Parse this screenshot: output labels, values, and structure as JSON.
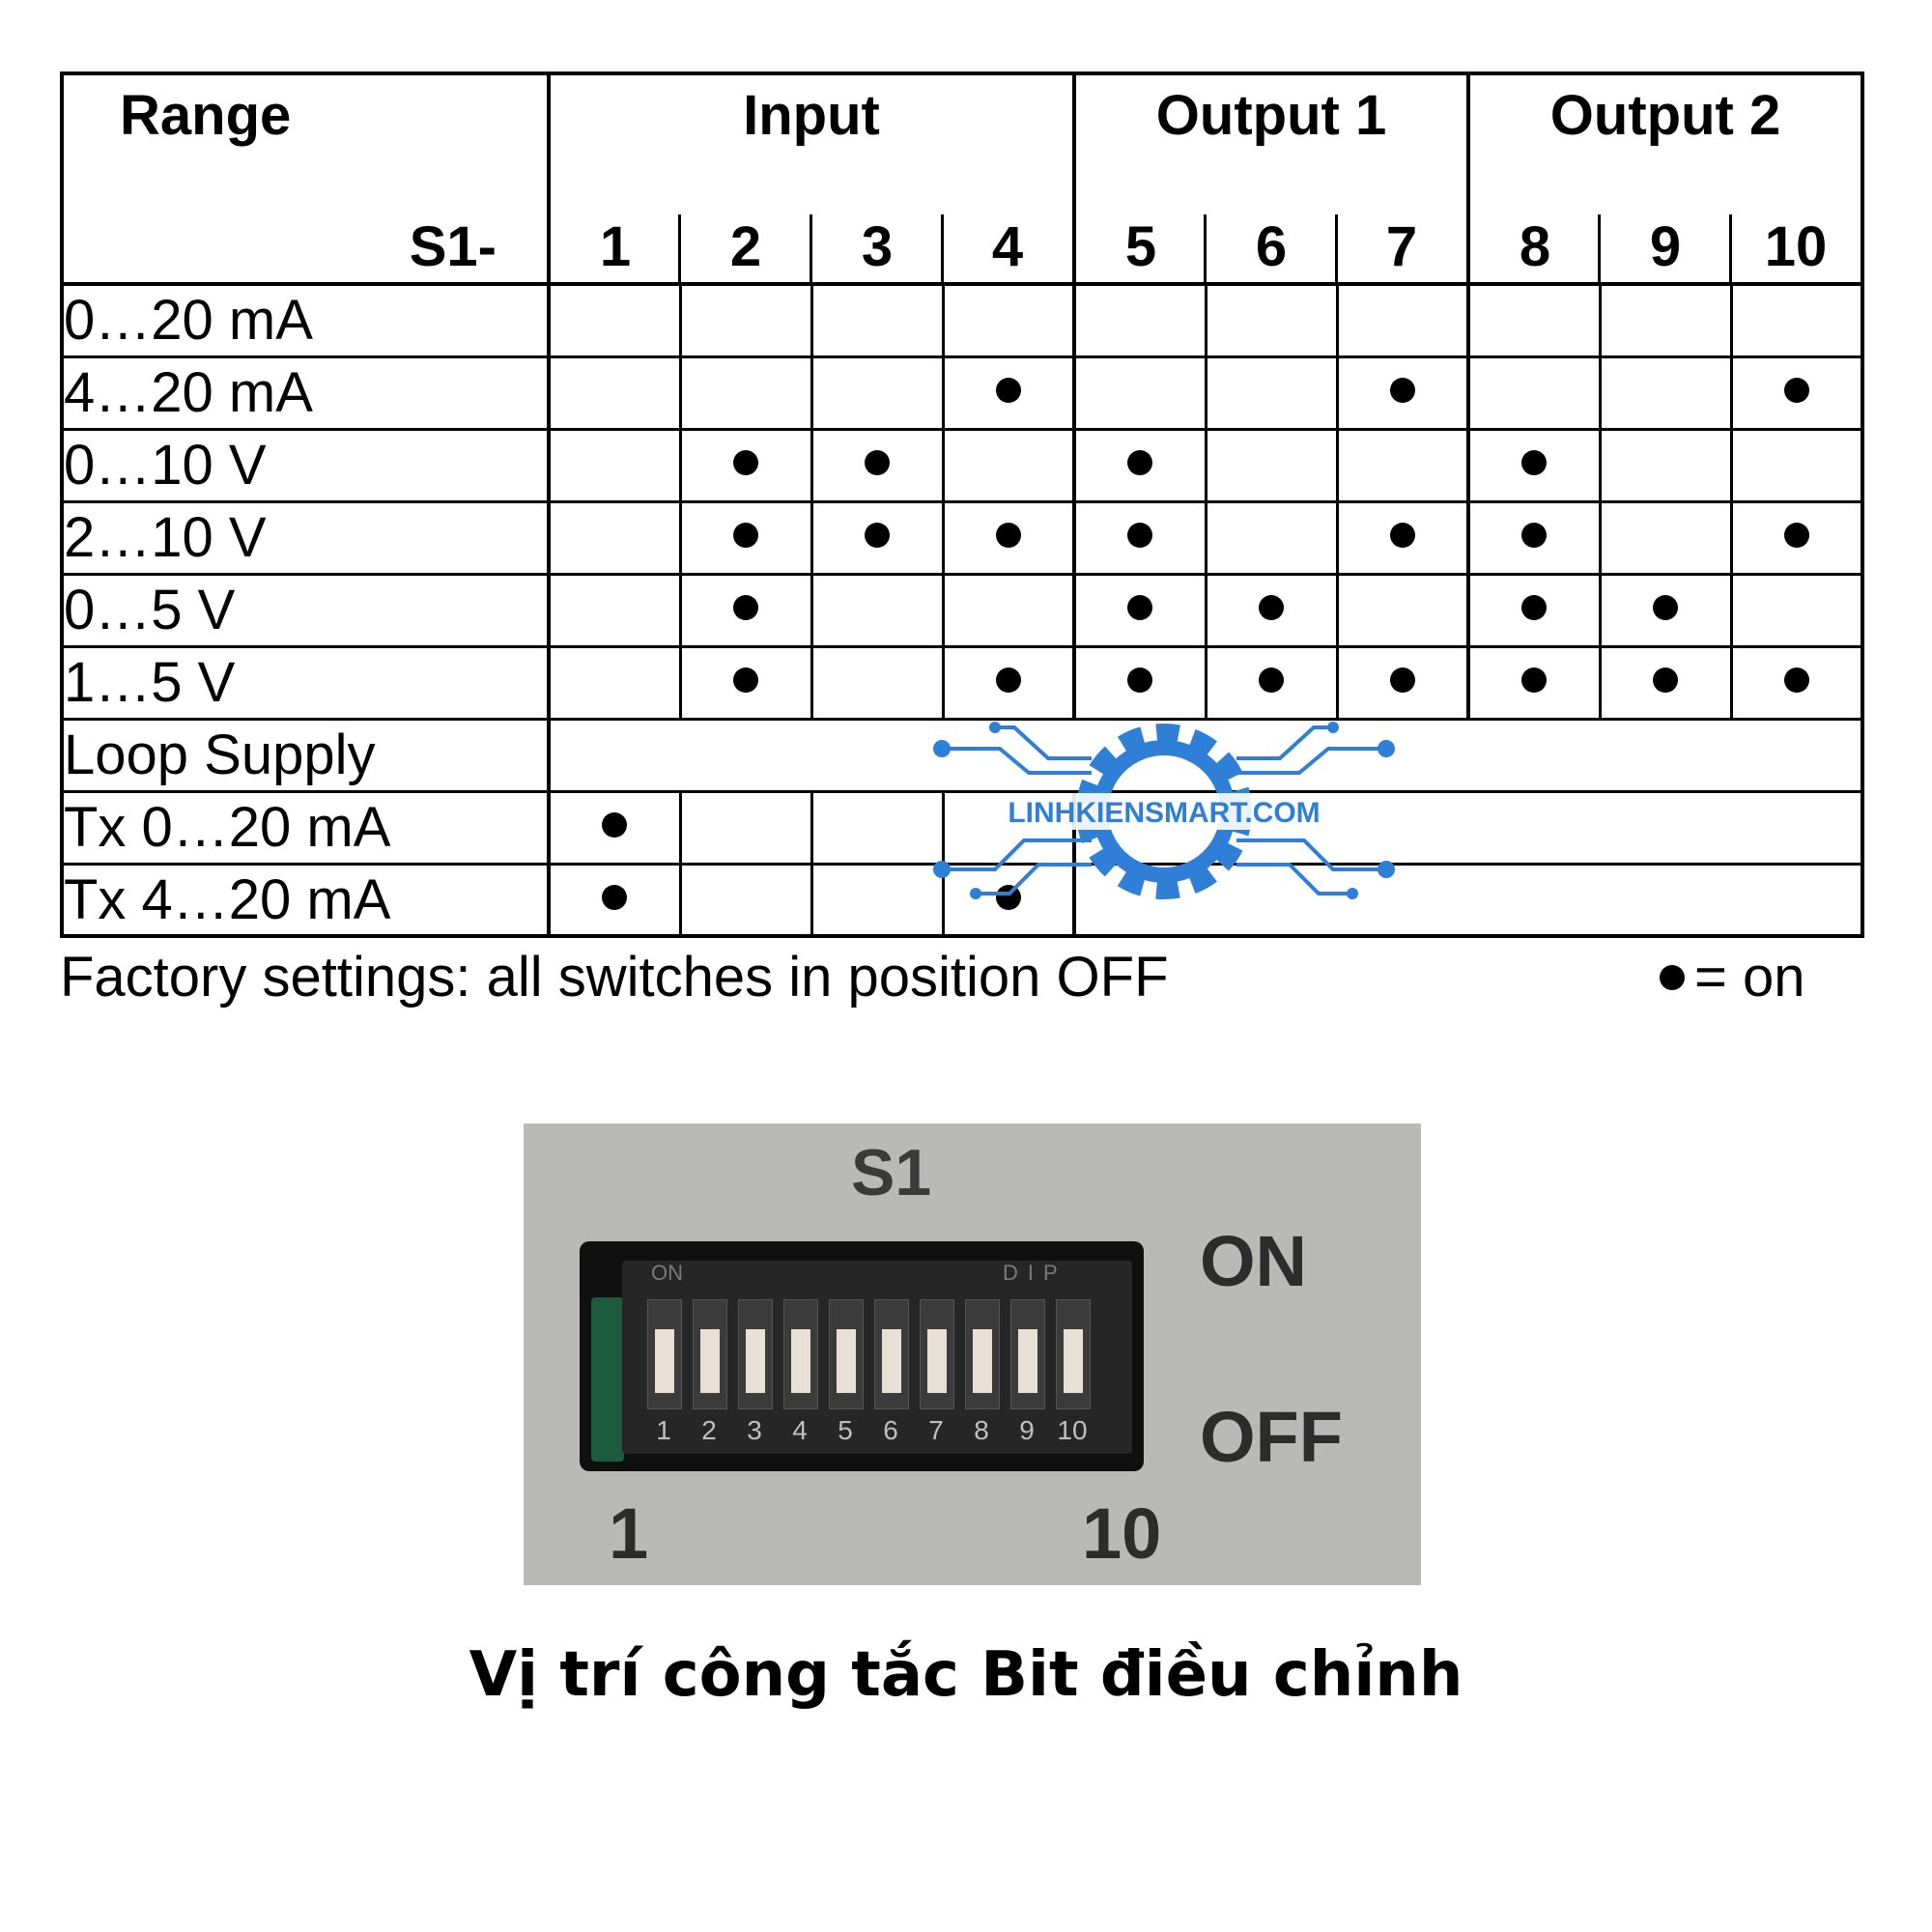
{
  "table": {
    "range_header": "Range",
    "s1_label": "S1-",
    "groups": [
      {
        "name": "Input",
        "switches": [
          "1",
          "2",
          "3",
          "4"
        ]
      },
      {
        "name": "Output 1",
        "switches": [
          "5",
          "6",
          "7"
        ]
      },
      {
        "name": "Output 2",
        "switches": [
          "8",
          "9",
          "10"
        ]
      }
    ],
    "rows": [
      {
        "label": "0…20 mA",
        "on": []
      },
      {
        "label": "4…20 mA",
        "on": [
          4,
          7,
          10
        ]
      },
      {
        "label": "0…10 V",
        "on": [
          2,
          3,
          5,
          8
        ]
      },
      {
        "label": "2…10 V",
        "on": [
          2,
          3,
          4,
          5,
          7,
          8,
          10
        ]
      },
      {
        "label": "0…5 V",
        "on": [
          2,
          5,
          6,
          8,
          9
        ]
      },
      {
        "label": "1…5 V",
        "on": [
          2,
          4,
          5,
          6,
          7,
          8,
          9,
          10
        ]
      },
      {
        "label": "Loop Supply",
        "on": [],
        "span_all": true
      },
      {
        "label": "Tx 0…20 mA",
        "on": [
          1
        ],
        "input_only": true
      },
      {
        "label": "Tx 4…20 mA",
        "on": [
          1,
          4
        ],
        "input_only": true
      }
    ]
  },
  "footnote": "Factory settings: all switches in position OFF",
  "legend": {
    "symbol": "●",
    "text": "= on"
  },
  "watermark": {
    "text": "LINHKIENSMART.COM",
    "color": "#2f7fd6"
  },
  "photo": {
    "switch_label": "S1",
    "on_label": "ON",
    "off_label": "OFF",
    "first_number": "1",
    "last_number": "10",
    "dip_on_mark": "ON",
    "dip_mark": "DIP",
    "dip_numbers": [
      "1",
      "2",
      "3",
      "4",
      "5",
      "6",
      "7",
      "8",
      "9",
      "10"
    ]
  },
  "caption": "Vị trí công tắc Bit điều chỉnh"
}
